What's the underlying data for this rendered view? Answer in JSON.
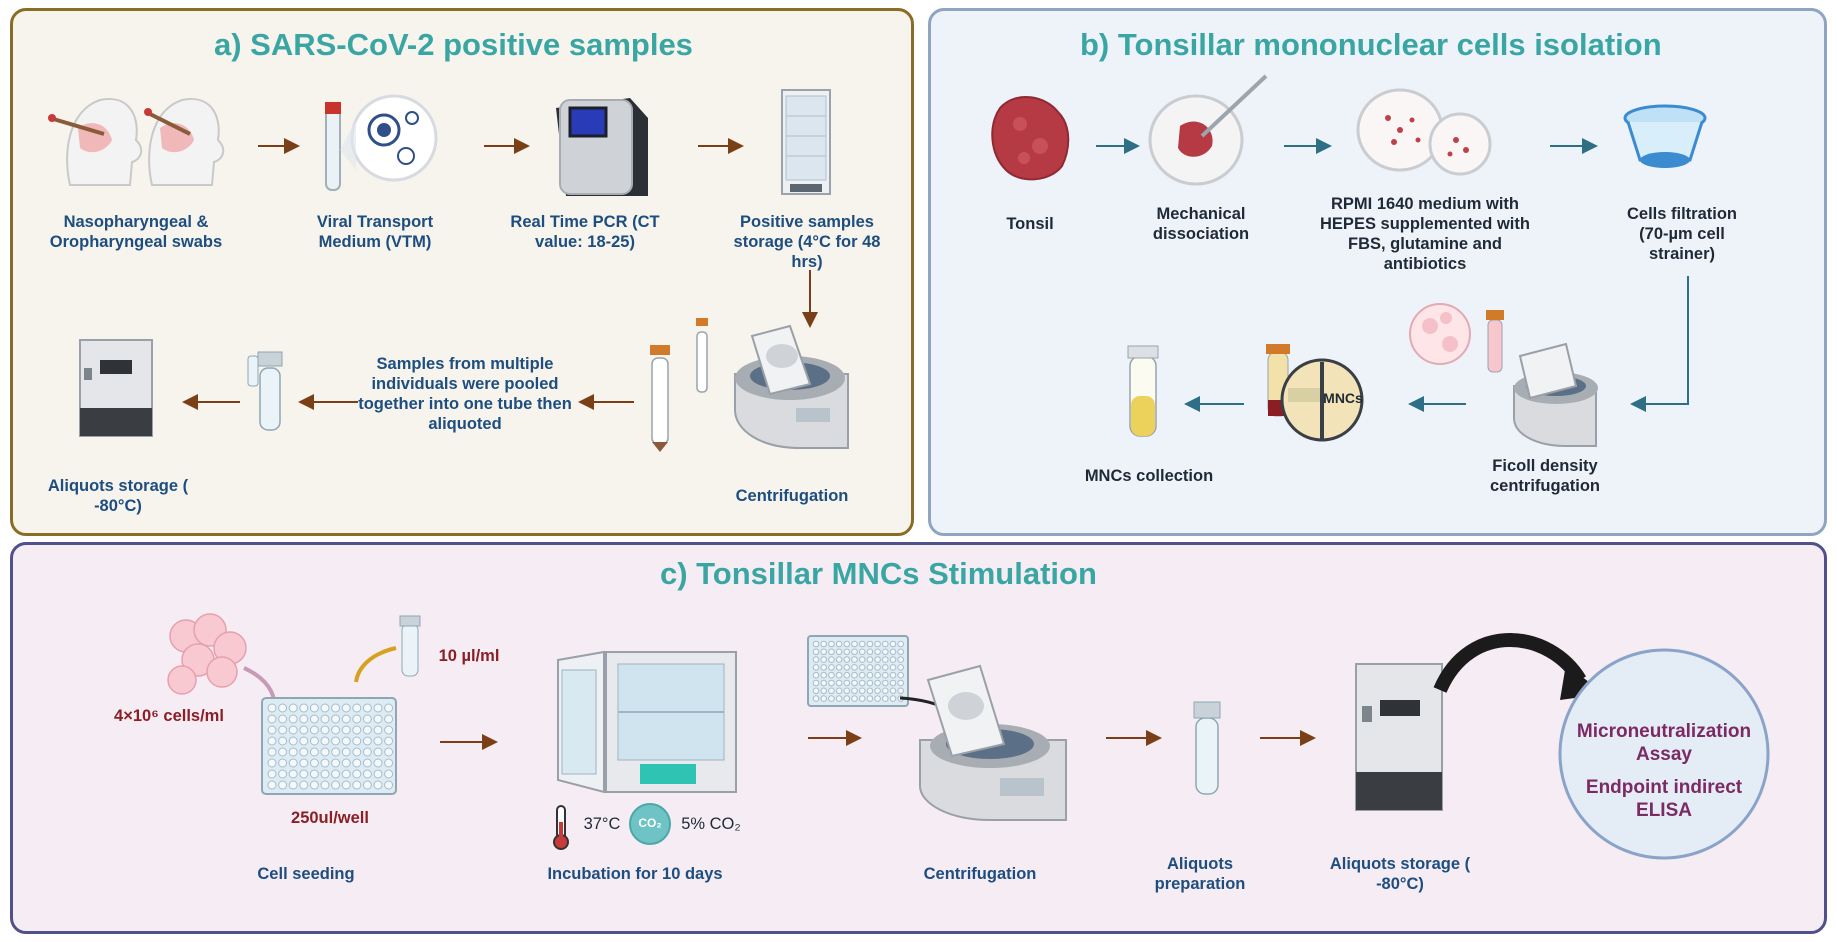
{
  "panel_a": {
    "title": "a) SARS-CoV-2 positive samples",
    "steps": {
      "swabs": "Nasopharyngeal & Oropharyngeal swabs",
      "vtm": "Viral Transport Medium (VTM)",
      "pcr": "Real Time PCR (CT value: 18-25)",
      "storage4": "Positive samples storage (4°C for 48 hrs)",
      "centrifugation": "Centrifugation",
      "pooled": "Samples from multiple individuals were pooled together  into one tube then aliquoted",
      "aliquots_storage": "Aliquots storage ( -80°C)"
    }
  },
  "panel_b": {
    "title": "b) Tonsillar mononuclear cells isolation",
    "steps": {
      "tonsil": "Tonsil",
      "mechanical": "Mechanical dissociation",
      "rpmi": "RPMI 1640 medium with HEPES supplemented with FBS, glutamine and antibiotics",
      "filtration": "Cells filtration (70-µm cell strainer)",
      "ficoll": "Ficoll density centrifugation",
      "mncs_label": "MNCs",
      "mncs_collection": "MNCs collection"
    }
  },
  "panel_c": {
    "title": "c) Tonsillar MNCs Stimulation",
    "cells_conc": "4×10⁶ cells/ml",
    "dose": "10 µl/ml",
    "volume": "250ul/well",
    "temp": "37°C",
    "co2_badge": "CO₂",
    "co2_pct": "5% CO₂",
    "steps": {
      "seeding": "Cell seeding",
      "incubation": "Incubation for 10 days",
      "centrifugation": "Centrifugation",
      "aliquots_prep": "Aliquots preparation",
      "aliquots_storage": "Aliquots storage ( -80°C)"
    },
    "assays": {
      "micro": "Microneutralization Assay",
      "elisa": "Endpoint indirect ELISA"
    }
  },
  "colors": {
    "title_teal": "#3aa6a4",
    "label_blue": "#1e4d80",
    "arrow_brown": "#7a3f16",
    "arrow_teal": "#2e6f86",
    "assay_purple": "#7b2a63",
    "dose_red": "#8a1f25"
  }
}
